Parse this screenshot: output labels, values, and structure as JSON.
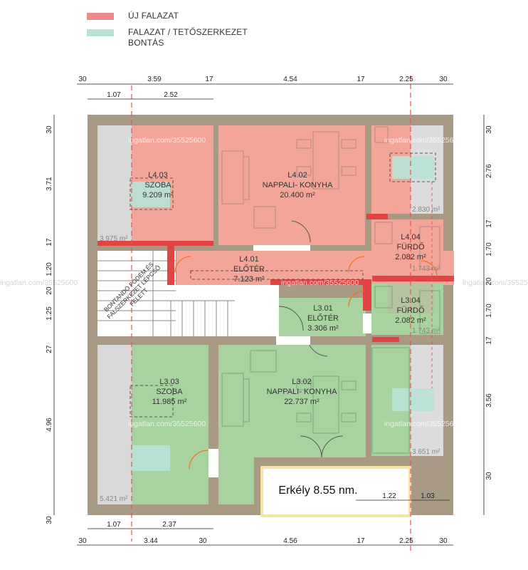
{
  "legend": {
    "new_wall": {
      "label": "ÚJ FALAZAT",
      "color": "#ef8a8a"
    },
    "demolition": {
      "label_line1": "FALAZAT / TETŐSZERKEZET",
      "label_line2": "BONTÁS",
      "color": "#b8e2d6"
    }
  },
  "colors": {
    "upper_fill": "#f4a59a",
    "lower_fill": "#a8d3a0",
    "wall": "#a89a85",
    "new_wall": "#e14444",
    "grey_area": "#d6d6d6",
    "cut_line": "#e05555",
    "door_arc": "#ee7722",
    "balcony_outline": "#f3e6a4"
  },
  "rooms": {
    "r403": {
      "id": "L4.03",
      "name": "SZOBA",
      "area": "9.209 m²"
    },
    "r402": {
      "id": "L4.02",
      "name": "NAPPALI- KONYHA",
      "area": "20.400 m²"
    },
    "r401": {
      "id": "L4.01",
      "name": "ELŐTÉR",
      "area": "7.123 m²"
    },
    "r404a": {
      "id": "L4.04",
      "name": "FÜRDŐ",
      "area": "2.082 m²"
    },
    "r404b": {
      "id": "L3.04",
      "name": "FÜRDŐ",
      "area": "2.082 m²"
    },
    "r301": {
      "id": "L3.01",
      "name": "ELŐTÉR",
      "area": "3.306 m²"
    },
    "r303": {
      "id": "L3.03",
      "name": "SZOBA",
      "area": "11.985 m²"
    },
    "r302": {
      "id": "L3.02",
      "name": "NAPPALI- KONYHA",
      "area": "22.737 m²"
    }
  },
  "areas_small": {
    "a1": "3.975 m²",
    "a2": "2.830 m²",
    "a3": "1.743 m²",
    "a4": "1.743 m²",
    "a5": "3.651 m²",
    "a6": "5.421 m²"
  },
  "stair_label": {
    "line1": "BONTANDÓ FÖDÉM ÉS",
    "line2": "FALSZERKEZET LÉPCSŐ",
    "line3": "FELETT"
  },
  "balcony": {
    "label": "Erkély 8.55 nm.",
    "dim_left": "1.22",
    "dim_right": "1.03"
  },
  "dims": {
    "top_outer": [
      "30",
      "3.59",
      "17",
      "4.54",
      "17",
      "2.25",
      "30"
    ],
    "top_inner": [
      "1.07",
      "2.52"
    ],
    "bottom_inner": [
      "1.07",
      "2.37"
    ],
    "bottom_outer": [
      "30",
      "3.44",
      "30",
      "4.56",
      "17",
      "2.25",
      "30"
    ],
    "left": [
      "30",
      "3.71",
      "17",
      "1.20",
      "20",
      "1.25",
      "27",
      "4.96",
      "30"
    ],
    "right": [
      "30",
      "2.76",
      "17",
      "1.70",
      "20",
      "1.70",
      "17",
      "3.56",
      "30"
    ]
  },
  "watermark": "ingatlan.com/35525600"
}
